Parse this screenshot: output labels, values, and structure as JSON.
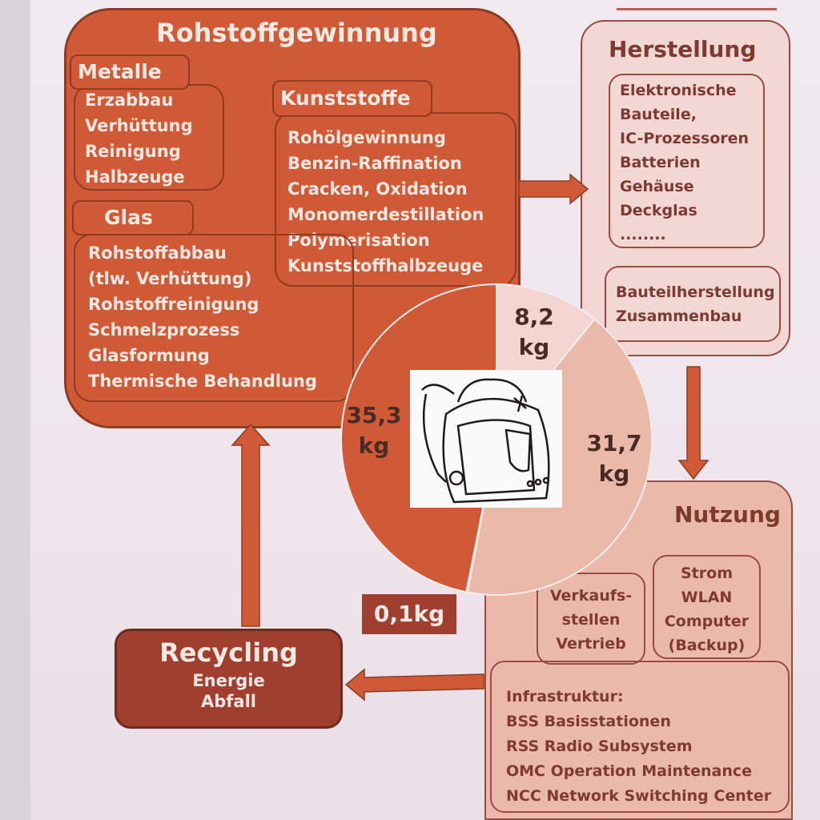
{
  "rohstoff": {
    "title": "Rohstoffgewinnung",
    "metalle": {
      "title": "Metalle",
      "items": [
        "Erzabbau",
        "Verhüttung",
        "Reinigung",
        "Halbzeuge"
      ]
    },
    "kunststoffe": {
      "title": "Kunststoffe",
      "items": [
        "Rohölgewinnung",
        "Benzin-Raffination",
        "Cracken, Oxidation",
        "Monomerdestillation",
        "Polymerisation",
        "Kunststoffhalbzeuge"
      ]
    },
    "glas": {
      "title": "Glas",
      "items": [
        "Rohstoffabbau",
        "(tlw. Verhüttung)",
        "Rohstoffreinigung",
        "Schmelzprozess",
        "Glasformung",
        "Thermische Behandlung"
      ]
    }
  },
  "herstellung": {
    "title": "Herstellung",
    "items": [
      "Elektronische",
      "Bauteile,",
      "IC-Prozessoren",
      "Batterien",
      "Gehäuse",
      "Deckglas",
      "........"
    ],
    "sub": [
      "Bauteilherstellung",
      "Zusammenbau"
    ]
  },
  "nutzung": {
    "title": "Nutzung",
    "verkauf": [
      "Verkaufs-",
      "stellen",
      "Vertrieb"
    ],
    "strom": [
      "Strom",
      "WLAN",
      "Computer",
      "(Backup)"
    ],
    "infra_title": "Infrastruktur:",
    "infra": [
      "BSS Basisstationen",
      "RSS Radio Subsystem",
      "OMC Operation Maintenance",
      "NCC Network Switching Center"
    ]
  },
  "recycling": {
    "title": "Recycling",
    "items": [
      "Energie",
      "Abfall"
    ]
  },
  "colors": {
    "rohstoff": "#cf5a35",
    "herstellung": "#f2d8d4",
    "nutzung": "#ebb9a9",
    "recycling": "#a03f2f"
  },
  "chart_data": {
    "type": "pie",
    "slices": [
      {
        "label": "35,3 kg",
        "value": 35.3,
        "color": "#cf5a35"
      },
      {
        "label": "8,2 kg",
        "value": 8.2,
        "color": "#f3d6d2"
      },
      {
        "label": "31,7 kg",
        "value": 31.7,
        "color": "#ebb9a9"
      },
      {
        "label": "0,1kg",
        "value": 0.1,
        "color": "#a03f2f"
      }
    ]
  }
}
